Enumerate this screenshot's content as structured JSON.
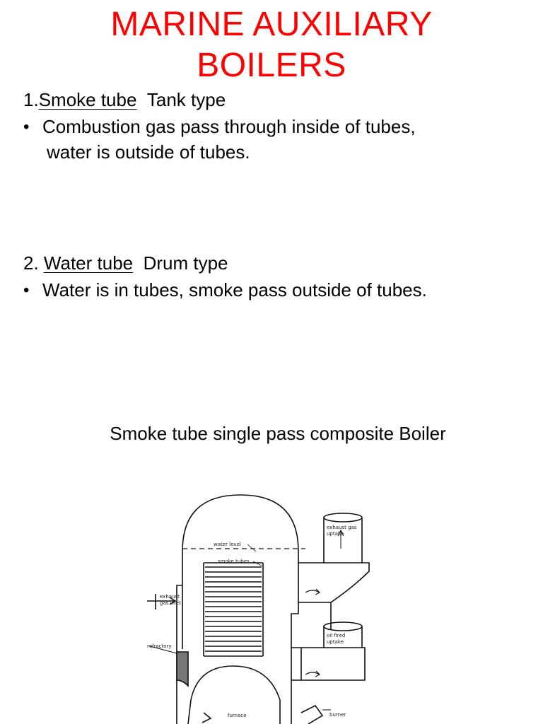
{
  "title": {
    "line1": "MARINE AUXILIARY",
    "line2": "BOILERS",
    "color": "#ff0000"
  },
  "section1": {
    "number": "1.",
    "name": "Smoke tube",
    "type": "Tank type",
    "bullet_line1": "Combustion gas pass through inside of tubes,",
    "bullet_line2": "water is outside of tubes."
  },
  "section2": {
    "number": "2.",
    "name": "Water tube",
    "type": "Drum type",
    "bullet_line1": "Water is in tubes, smoke pass outside of tubes."
  },
  "caption": "Smoke tube single pass composite Boiler",
  "diagram": {
    "labels": {
      "water_level": "water level",
      "smoke_tubes": "smoke tubes",
      "exhaust_gas_uptake_1": "exhaust gas",
      "exhaust_gas_uptake_2": "uptake",
      "exhaust_gas_inlet_1": "exhaust",
      "exhaust_gas_inlet_2": "gas inlet",
      "oil_fired_uptake_1": "oil fired",
      "oil_fired_uptake_2": "uptake",
      "refractory": "refractory",
      "furnace": "furnace",
      "burner": "burner"
    }
  }
}
